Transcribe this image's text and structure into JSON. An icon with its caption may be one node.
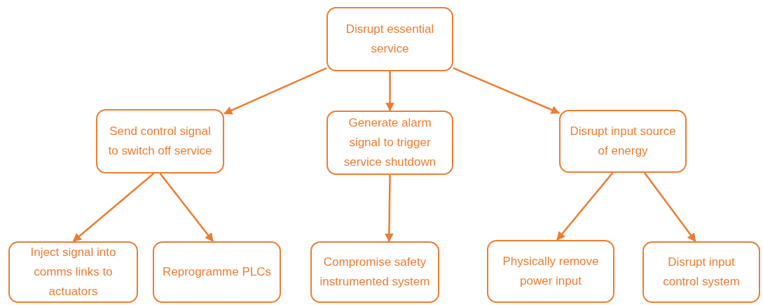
{
  "diagram": {
    "nodes": [
      {
        "text": [
          "Disrupt essential service"
        ]
      },
      {
        "text": [
          "Send control signal to switch off service"
        ]
      },
      {
        "text": [
          "Generate alarm signal to trigger service shutdown"
        ]
      },
      {
        "text": [
          "Disrupt input source of energy"
        ]
      },
      {
        "text": [
          "Inject signal into comms links to actuators"
        ]
      },
      {
        "text": [
          "Reprogramme PLCs"
        ]
      },
      {
        "text": [
          "Compromise safety instrumented system"
        ]
      },
      {
        "text": [
          "Physically remove power input"
        ]
      },
      {
        "text": [
          "Disrupt input control system"
        ]
      }
    ],
    "edges": [
      {
        "from": 0,
        "to": 1,
        "arrow": "to"
      },
      {
        "from": 0,
        "to": 2,
        "arrow": "to"
      },
      {
        "from": 0,
        "to": 3,
        "arrow": "to"
      },
      {
        "from": 1,
        "to": 4,
        "arrow": "to"
      },
      {
        "from": 1,
        "to": 5,
        "arrow": "to"
      },
      {
        "from": 2,
        "to": 6,
        "arrow": "to"
      },
      {
        "from": 3,
        "to": 7,
        "arrow": "to"
      },
      {
        "from": 3,
        "to": 8,
        "arrow": "to"
      }
    ]
  }
}
